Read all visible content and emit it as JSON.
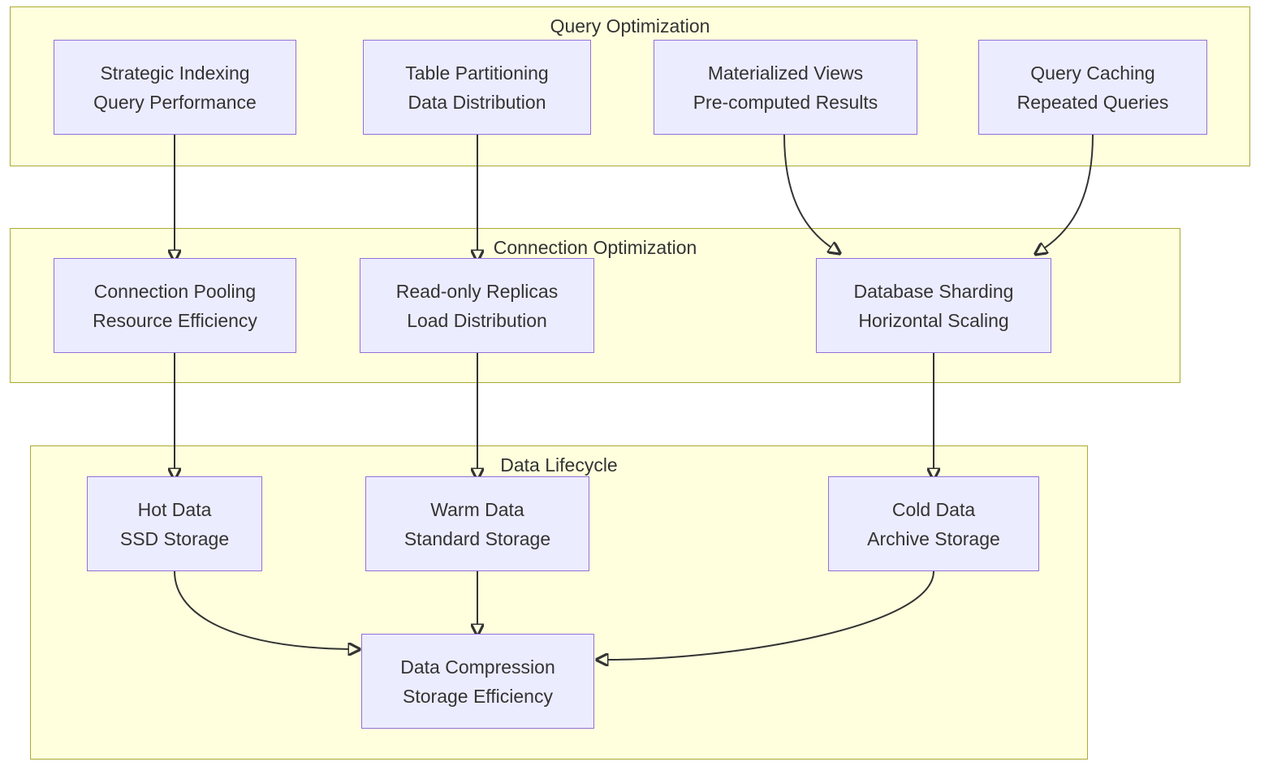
{
  "diagram": {
    "type": "flowchart",
    "groups": [
      {
        "id": "query-optimization",
        "title": "Query Optimization"
      },
      {
        "id": "connection-optimization",
        "title": "Connection Optimization"
      },
      {
        "id": "data-lifecycle",
        "title": "Data Lifecycle"
      }
    ],
    "nodes": {
      "strategic_indexing": {
        "line1": "Strategic Indexing",
        "line2": "Query Performance",
        "group": "Query Optimization"
      },
      "table_partitioning": {
        "line1": "Table Partitioning",
        "line2": "Data Distribution",
        "group": "Query Optimization"
      },
      "materialized_views": {
        "line1": "Materialized Views",
        "line2": "Pre-computed Results",
        "group": "Query Optimization"
      },
      "query_caching": {
        "line1": "Query Caching",
        "line2": "Repeated Queries",
        "group": "Query Optimization"
      },
      "connection_pooling": {
        "line1": "Connection Pooling",
        "line2": "Resource Efficiency",
        "group": "Connection Optimization"
      },
      "readonly_replicas": {
        "line1": "Read-only Replicas",
        "line2": "Load Distribution",
        "group": "Connection Optimization"
      },
      "database_sharding": {
        "line1": "Database Sharding",
        "line2": "Horizontal Scaling",
        "group": "Connection Optimization"
      },
      "hot_data": {
        "line1": "Hot Data",
        "line2": "SSD Storage",
        "group": "Data Lifecycle"
      },
      "warm_data": {
        "line1": "Warm Data",
        "line2": "Standard Storage",
        "group": "Data Lifecycle"
      },
      "cold_data": {
        "line1": "Cold Data",
        "line2": "Archive Storage",
        "group": "Data Lifecycle"
      },
      "data_compression": {
        "line1": "Data Compression",
        "line2": "Storage Efficiency",
        "group": "Data Lifecycle"
      }
    },
    "edges": [
      {
        "from": "Strategic Indexing",
        "to": "Connection Pooling"
      },
      {
        "from": "Table Partitioning",
        "to": "Read-only Replicas"
      },
      {
        "from": "Materialized Views",
        "to": "Database Sharding"
      },
      {
        "from": "Query Caching",
        "to": "Database Sharding"
      },
      {
        "from": "Connection Pooling",
        "to": "Hot Data"
      },
      {
        "from": "Read-only Replicas",
        "to": "Warm Data"
      },
      {
        "from": "Database Sharding",
        "to": "Cold Data"
      },
      {
        "from": "Hot Data",
        "to": "Data Compression"
      },
      {
        "from": "Warm Data",
        "to": "Data Compression"
      },
      {
        "from": "Cold Data",
        "to": "Data Compression"
      }
    ],
    "colors": {
      "background": "#FFFFFF",
      "group_fill": "#FFFFDE",
      "group_border": "#AAAA33",
      "node_fill": "#ECECFF",
      "node_border": "#9370DB",
      "edge": "#333333",
      "text": "#333333"
    }
  }
}
